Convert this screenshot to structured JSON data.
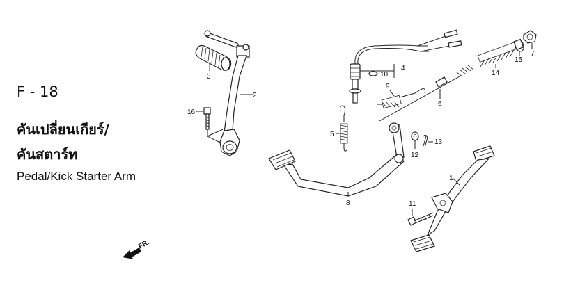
{
  "title": {
    "code": "F - 18",
    "thai_line1": "คันเปลี่ยนเกียร์/",
    "thai_line2": "คันสตาร์ท",
    "english": "Pedal/Kick Starter Arm"
  },
  "direction": {
    "label": "FR."
  },
  "callouts": [
    {
      "id": "1",
      "label": "1"
    },
    {
      "id": "2",
      "label": "2"
    },
    {
      "id": "3",
      "label": "3"
    },
    {
      "id": "4",
      "label": "4"
    },
    {
      "id": "5",
      "label": "5"
    },
    {
      "id": "6",
      "label": "6"
    },
    {
      "id": "7",
      "label": "7"
    },
    {
      "id": "8",
      "label": "8"
    },
    {
      "id": "9",
      "label": "9"
    },
    {
      "id": "10",
      "label": "10"
    },
    {
      "id": "11",
      "label": "11"
    },
    {
      "id": "12",
      "label": "12"
    },
    {
      "id": "13",
      "label": "13"
    },
    {
      "id": "14",
      "label": "14"
    },
    {
      "id": "15",
      "label": "15"
    },
    {
      "id": "16",
      "label": "16"
    }
  ]
}
